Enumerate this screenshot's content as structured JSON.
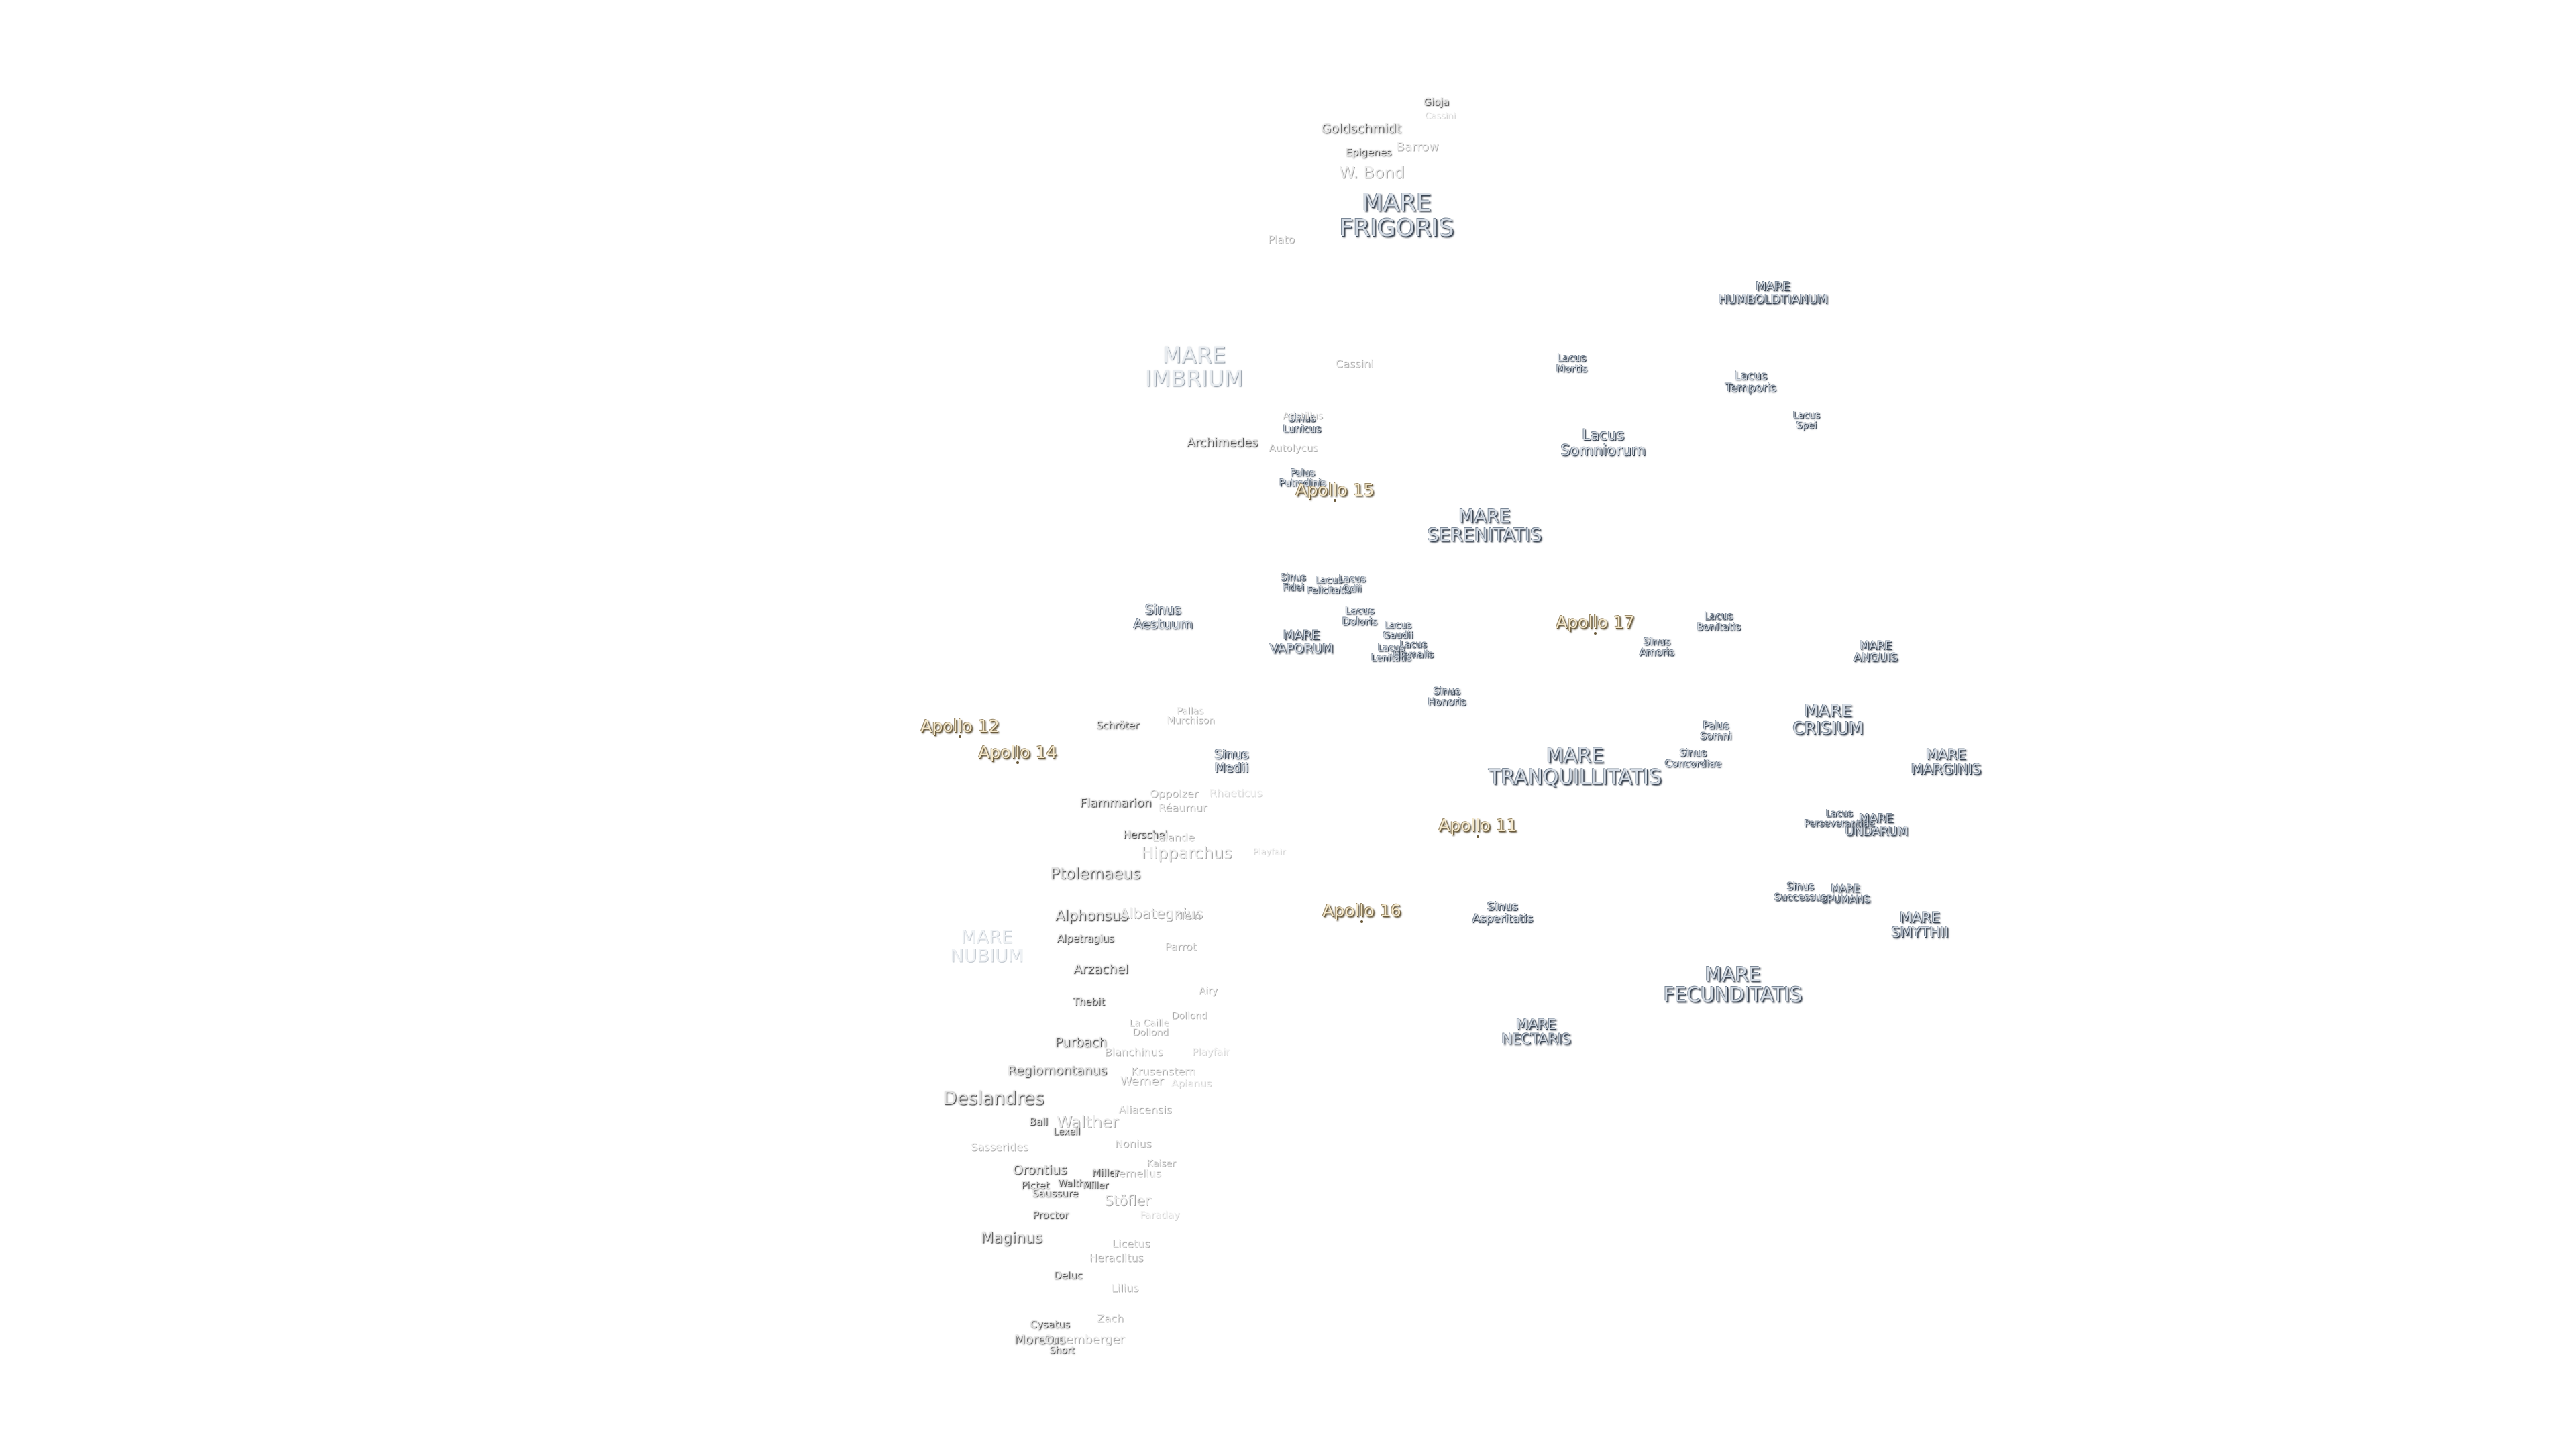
{
  "maria": {
    "frigoris": "MARE\nFRIGORIS",
    "imbrium": "MARE\nIMBRIUM",
    "serenitatis": "MARE\nSERENITATIS",
    "humboldtianum": "MARE\nHUMBOLDTIANUM",
    "vaporum": "MARE\nVAPORUM",
    "anguis": "MARE\nANGUIS",
    "crisium": "MARE\nCRISIUM",
    "marginis": "MARE\nMARGINIS",
    "tranquillitatis": "MARE\nTRANQUILLITATIS",
    "undarum": "MARE\nUNDARUM",
    "spumans": "MARE\nSPUMANS",
    "smythii": "MARE\nSMYTHII",
    "fecunditatis": "MARE\nFECUNDITATIS",
    "nectaris": "MARE\nNECTARIS",
    "nubium": "MARE\nNUBIUM"
  },
  "lacus": {
    "mortis": "Lacus\nMortis",
    "temporis": "Lacus\nTemporis",
    "spei": "Lacus\nSpei",
    "somniorum": "Lacus\nSomniorum",
    "sinus_lunicus": "Sinus\nLunicus",
    "palus_putredinis": "Palus\nPutredinis",
    "sinus_aestuum": "Sinus\nAestuum",
    "sinus_fidei": "Sinus\nFidei",
    "lacus_felicitatis": "Lacus\nFelicitatis",
    "lacus_odii": "Lacus\nOdii",
    "lacus_doloris": "Lacus\nDoloris",
    "lacus_gaudii": "Lacus\nGaudii",
    "lacus_hiemalis": "Lacus\nHiemalis",
    "lacus_lenitatis": "Lacus\nLenitatis",
    "lacus_bonitatis": "Lacus\nBonitatis",
    "sinus_amoris": "Sinus\nAmoris",
    "sinus_honoris": "Sinus\nHonoris",
    "palus_somni": "Palus\nSomni",
    "sinus_concordiae": "Sinus\nConcordiae",
    "sinus_medii": "Sinus\nMedii",
    "lacus_perseverantiae": "Lacus\nPerseverantiae",
    "sinus_successus": "Sinus\nSuccessus",
    "sinus_asperitatis": "Sinus\nAsperitatis"
  },
  "craters": {
    "gioja": "Gioja",
    "goldschmidt": "Goldschmidt",
    "epigenes": "Epigenes",
    "barrow": "Barrow",
    "w_bond": "W. Bond",
    "plato": "Plato",
    "cassini": "Cassini",
    "aristillus": "Aristillus",
    "archimedes": "Archimedes",
    "autolycus": "Autolycus",
    "pallas": "Pallas",
    "murchison": "Murchison",
    "schroter": "Schröter",
    "oppolzer": "Oppolzer",
    "reaumur": "Réaumur",
    "rhaeticus": "Rhaeticus",
    "flammarion": "Flammarion",
    "herschel": "Herschel",
    "lalande": "Lalande",
    "hipparchus": "Hipparchus",
    "ptolemaeus": "Ptolemaeus",
    "alphonsus": "Alphonsus",
    "albategnius": "Albategnius",
    "klein": "Klein",
    "alpetragius": "Alpetragius",
    "parrot": "Parrot",
    "arzachel": "Arzachel",
    "airy": "Airy",
    "thebit": "Thebit",
    "dollond": "Dollond",
    "la_caille": "La Caille",
    "purbach": "Purbach",
    "blanchinus": "Blanchinus",
    "playfair": "Playfair",
    "regiomontanus": "Regiomontanus",
    "krusenstern": "Krusenstern",
    "werner": "Werner",
    "apianus": "Apianus",
    "deslandres": "Deslandres",
    "aliacensis": "Aliacensis",
    "ball": "Ball",
    "lexell": "Lexell",
    "walther": "Walther",
    "nonius": "Nonius",
    "sasserides": "Sasserides",
    "kaiser": "Kaiser",
    "orontius": "Orontius",
    "miller": "Miller",
    "fernelius": "Fernelius",
    "pictet": "Pictet",
    "saussure": "Saussure",
    "stofler": "Stöfler",
    "proctor": "Proctor",
    "faraday": "Faraday",
    "maginus": "Maginus",
    "licetus": "Licetus",
    "heraclitus": "Heraclitus",
    "deluc": "Deluc",
    "lilius": "Lilius",
    "zach": "Zach",
    "cysatus": "Cysatus",
    "moretus": "Moretus",
    "gruemberger": "Gruemberger",
    "short": "Short",
    "cassini_faint": "Cassini"
  },
  "apollo": {
    "a11": "Apollo 11",
    "a12": "Apollo 12",
    "a14": "Apollo 14",
    "a15": "Apollo 15",
    "a16": "Apollo 16",
    "a17": "Apollo 17"
  }
}
